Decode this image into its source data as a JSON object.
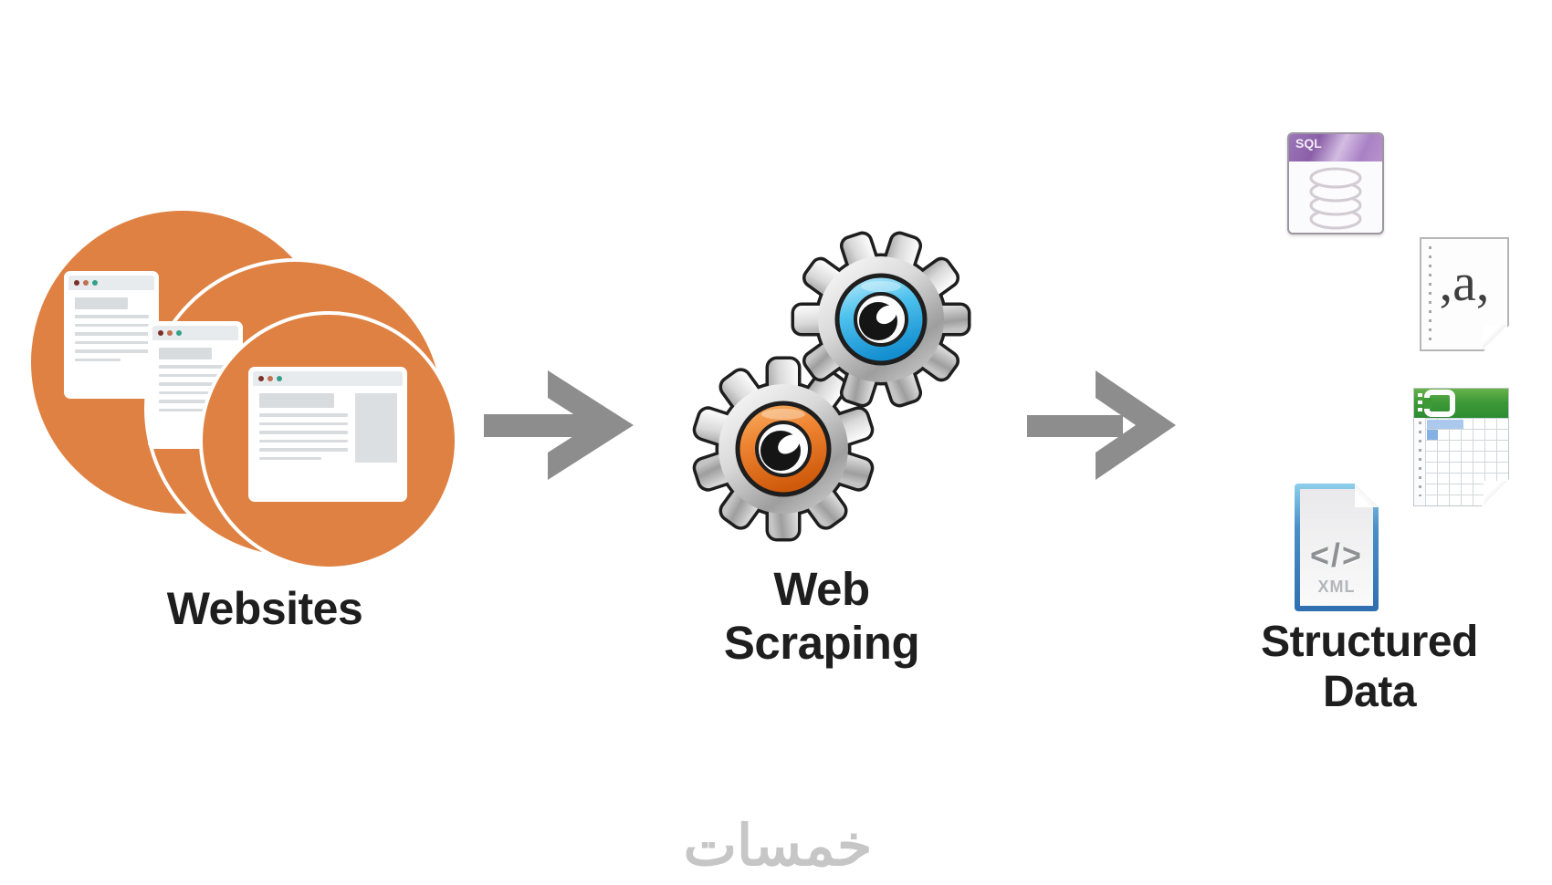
{
  "flow": {
    "stages": [
      "Websites",
      "Web Scraping",
      "Structured Data"
    ]
  },
  "labels": {
    "websites": "Websites",
    "web_scraping": "Web Scraping",
    "structured_data": "Structured Data"
  },
  "files": {
    "sql": {
      "icon": "sql-database-file-icon",
      "badge": "SQL"
    },
    "csv": {
      "icon": "csv-text-file-icon",
      "glyph": ",a,"
    },
    "excel": {
      "icon": "excel-spreadsheet-file-icon"
    },
    "xml": {
      "icon": "xml-file-icon",
      "badge": "XML",
      "glyph": "</>"
    }
  },
  "icons": {
    "websites": "stacked-orange-circles-with-browser-windows",
    "web_scraping": "two-interlocking-gears",
    "arrow": "right-arrow"
  },
  "watermark": {
    "text": "خمسات"
  },
  "colors": {
    "circle_orange": "#df8142",
    "arrow_gray": "#8d8d8d",
    "gear_ring_blue": "#3cb6e8",
    "gear_ring_orange": "#ee8330",
    "sql_header_purple": "#9d76b8",
    "excel_header_green": "#3e9a37",
    "xml_border_blue": "#4a8fc7",
    "label_text": "#1e1e1e",
    "watermark_gray": "#c6c6c6"
  }
}
